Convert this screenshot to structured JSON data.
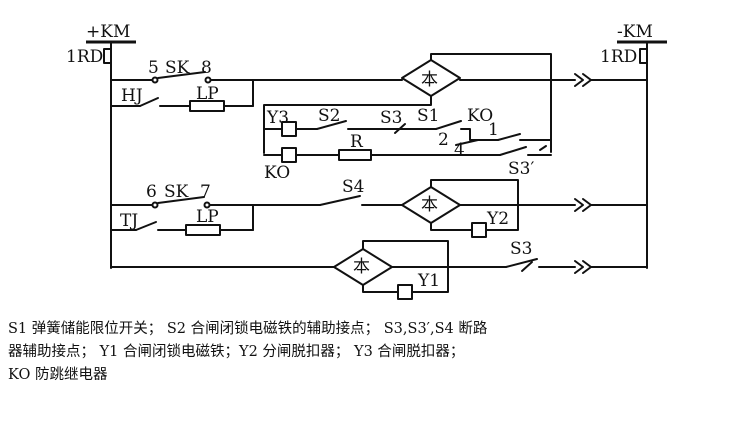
{
  "diagram": {
    "bus_pos": "+KM",
    "bus_neg": "-KM",
    "fuse_left": "1RD",
    "fuse_right": "1RD",
    "rect_symbol": "本",
    "labels": {
      "t5": "5",
      "sk_top": "SK",
      "t8": "8",
      "hj": "HJ",
      "lp_top": "LP",
      "y3": "Y3",
      "s2": "S2",
      "s3": "S3",
      "s1": "S1",
      "ko_top": "KO",
      "t1": "1",
      "t2": "2",
      "t4": "4",
      "r": "R",
      "ko_bot": "KO",
      "s3p": "S3′",
      "t6": "6",
      "sk_mid": "SK",
      "t7": "7",
      "s4": "S4",
      "tj": "TJ",
      "lp_mid": "LP",
      "y2": "Y2",
      "s3_bot": "S3",
      "y1": "Y1"
    }
  },
  "legend": {
    "line1": "S1 弹簧储能限位开关； S2 合闸闭锁电磁铁的辅助接点； S3,S3′,S4 断路",
    "line2": "器辅助接点； Y1 合闸闭锁电磁铁；Y2 分闸脱扣器； Y3 合闸脱扣器；",
    "line3": "KO 防跳继电器"
  }
}
